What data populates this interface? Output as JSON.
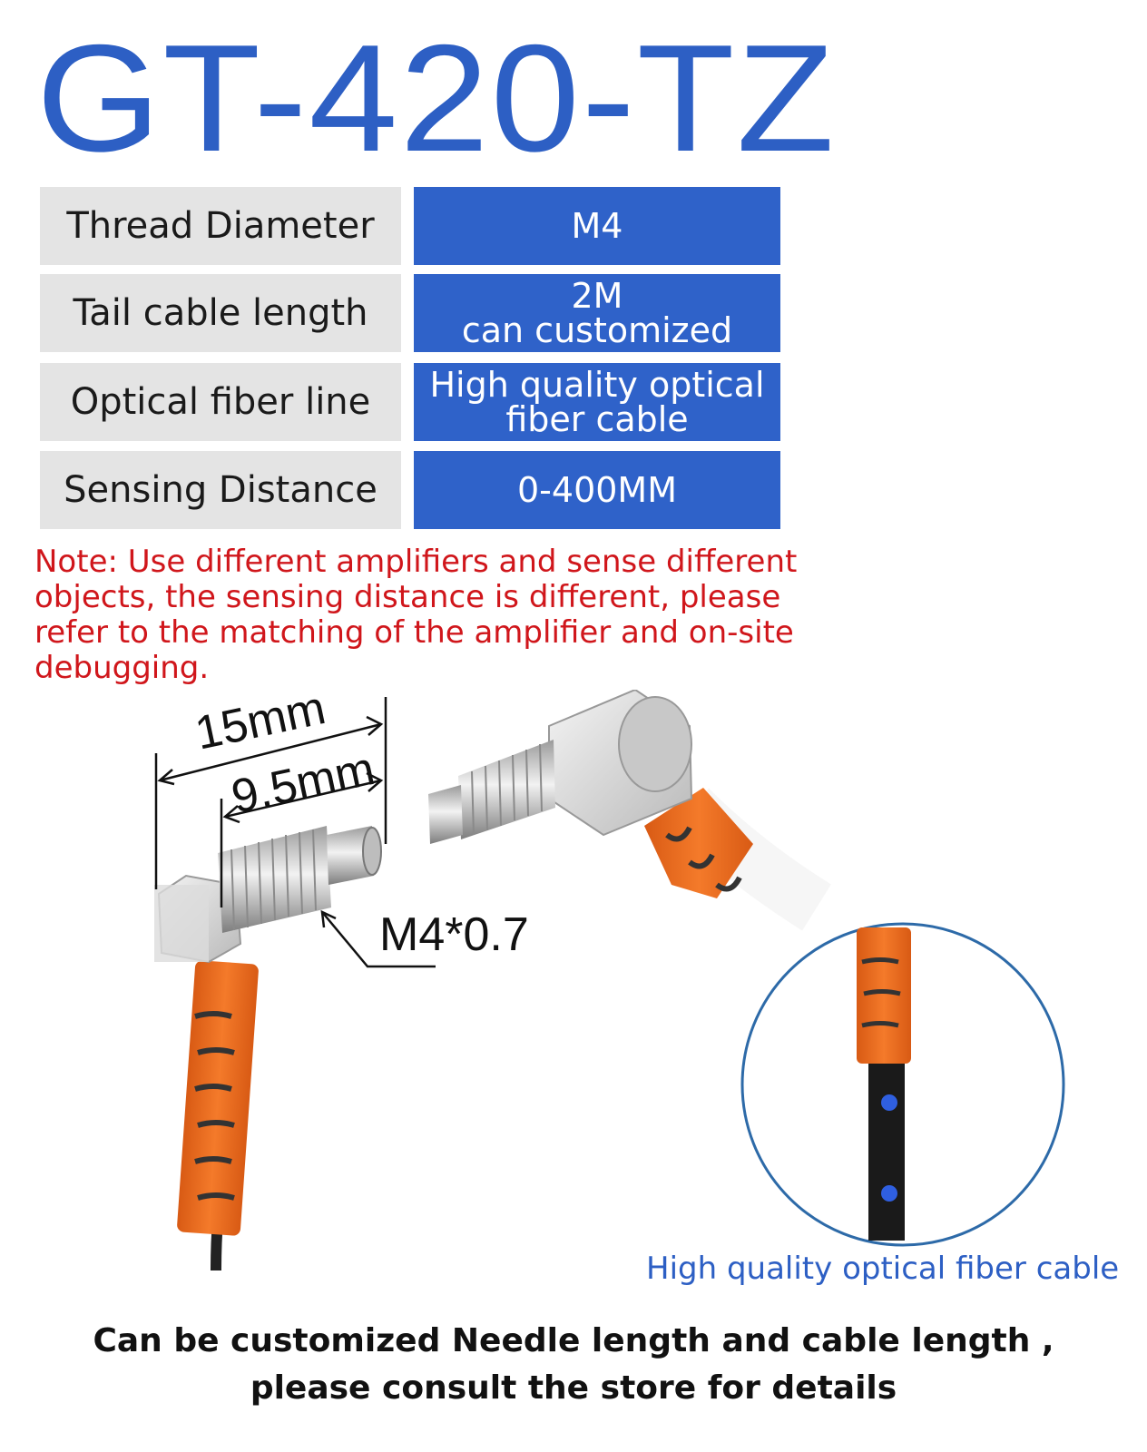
{
  "title": "GT-420-TZ",
  "specs": [
    {
      "label": "Thread Diameter",
      "value": "M4"
    },
    {
      "label": "Tail cable length",
      "value": "2M\ncan customized"
    },
    {
      "label": "Optical fiber line",
      "value": "High quality optical\nfiber cable"
    },
    {
      "label": "Sensing Distance",
      "value": "0-400MM"
    }
  ],
  "note": "Note: Use different amplifiers and sense different objects, the sensing distance is different, please refer to the matching of the amplifier and on-site debugging.",
  "dimensions": {
    "length_total": "15mm",
    "length_thread": "9.5mm",
    "thread_spec": "M4*0.7"
  },
  "zoom_caption": "High quality optical fiber cable",
  "footer": {
    "line1": "Can be customized Needle length and cable length ,",
    "line2": "please consult the store for details"
  },
  "colors": {
    "brand_blue": "#2f62c9",
    "note_red": "#d0161b",
    "sleeve_orange": "#ec6a1f"
  }
}
